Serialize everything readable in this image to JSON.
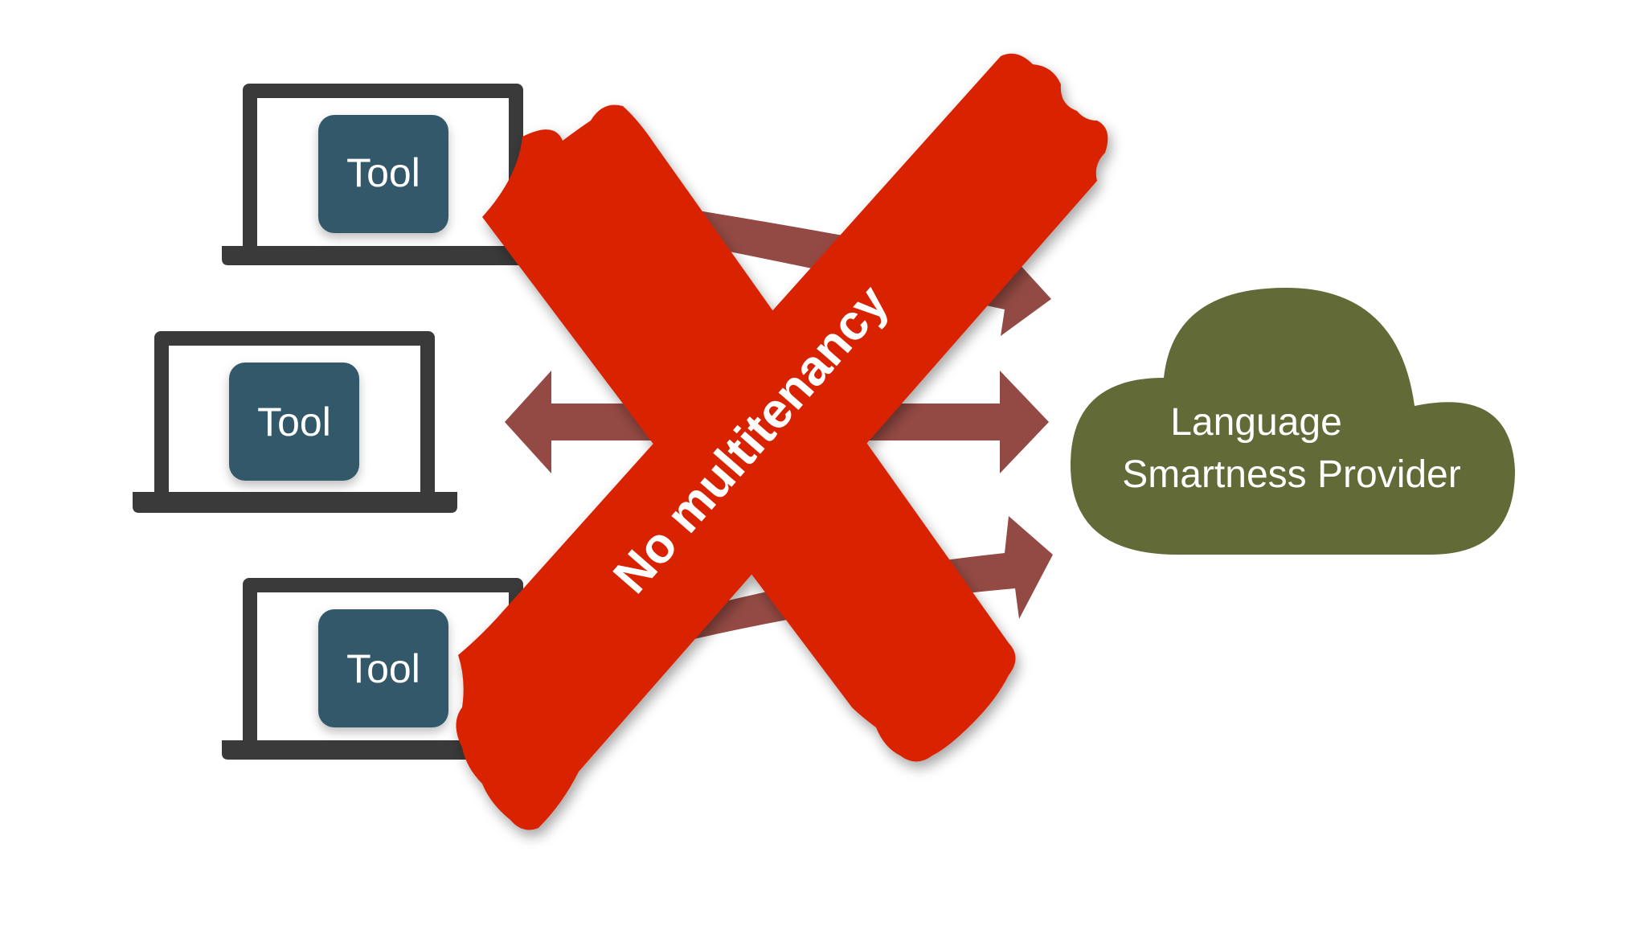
{
  "tools": [
    {
      "label": "Tool"
    },
    {
      "label": "Tool"
    },
    {
      "label": "Tool"
    }
  ],
  "provider": {
    "line1": "Language",
    "line2": "Smartness Provider"
  },
  "cross": {
    "label": "No multitenancy"
  },
  "colors": {
    "tool_box": "#30596a",
    "tool_text": "#ffffff",
    "laptop_frame": "#3a3a3a",
    "laptop_screen": "#ffffff",
    "cloud": "#626b38",
    "cloud_text": "#ffffff",
    "arrow": "#944a44",
    "cross": "#d92204",
    "cross_text": "#ffffff"
  }
}
